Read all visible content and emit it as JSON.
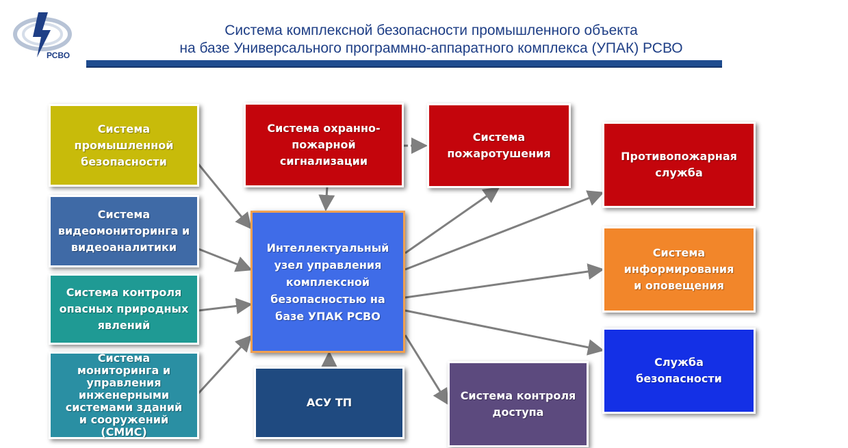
{
  "header": {
    "title_line1": "Система комплексной безопасности промышленного объекта",
    "title_line2": "на базе Универсального программно-аппаратного комплекса (УПАК) РСВО",
    "logo_text": "РСВО"
  },
  "colors": {
    "title": "#1f3f86",
    "rule": "#1e4b8f",
    "olive": "#c8bb0a",
    "steel_blue": "#3f6aa6",
    "teal": "#1f9a94",
    "teal2": "#2a8fa3",
    "red": "#c4050c",
    "center_blue": "#3f6ce8",
    "navy": "#1f4a80",
    "purple": "#5c4a7e",
    "orange": "#f2862a",
    "blue": "#1430e6",
    "arrow": "#7f7f7f"
  },
  "diagram": {
    "left": {
      "industrial_safety": "Система промышленной безопасности",
      "video": "Система видеомониторинга и видеоаналитики",
      "natural": "Система контроля опасных природных явлений",
      "smis": "Система мониторинга и управления инженерными системами зданий и сооружений (СМИС)"
    },
    "top": {
      "fire_alarm": "Система охранно-пожарной сигнализации",
      "extinguishing": "Система пожаротушения"
    },
    "center": "Интеллектуальный узел управления комплексной безопасностью на базе УПАК РСВО",
    "bottom": {
      "asu_tp": "АСУ ТП",
      "access": "Система контроля доступа"
    },
    "right": {
      "fire_service": "Противопожарная служба",
      "notification": "Система информирования и оповещения",
      "security_service": "Служба безопасности"
    }
  }
}
